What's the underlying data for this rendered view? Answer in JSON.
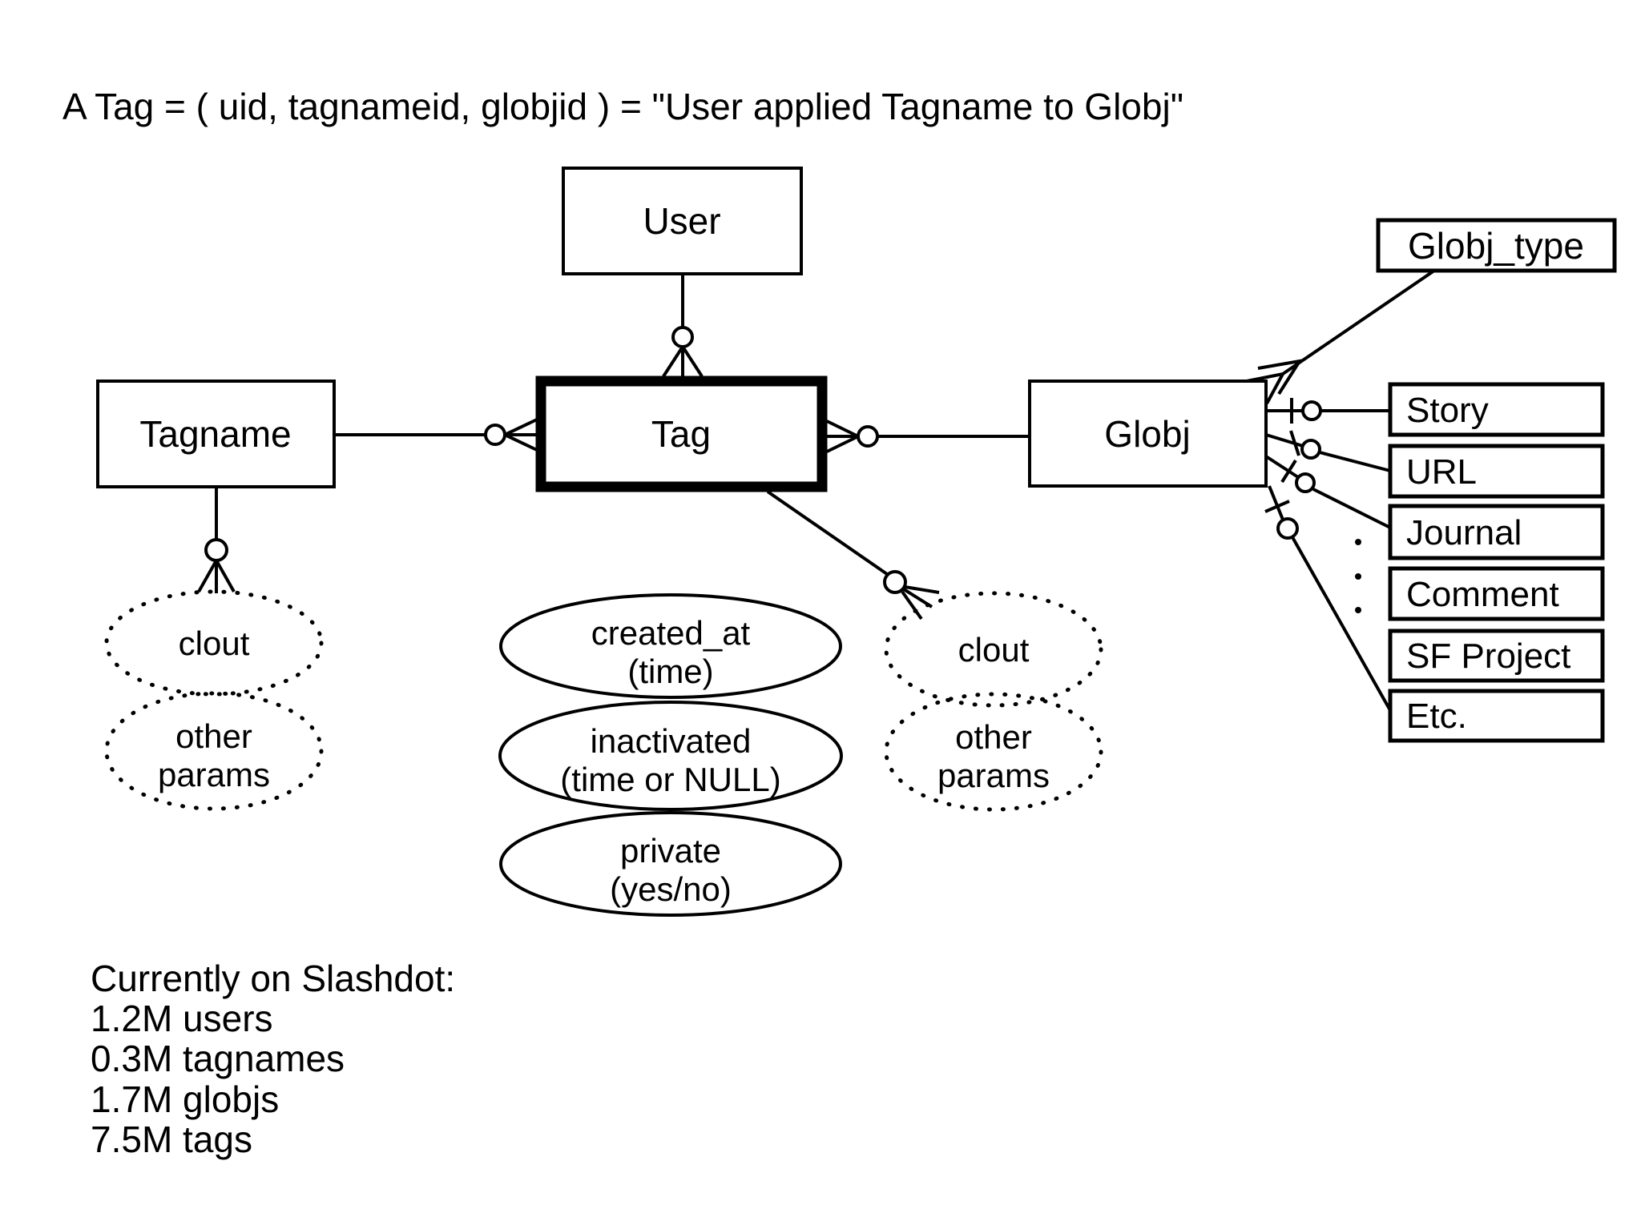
{
  "title": "A Tag = ( uid, tagnameid, globjid ) = \"User applied Tagname to Globj\"",
  "entities": {
    "user": {
      "label": "User"
    },
    "tagname": {
      "label": "Tagname"
    },
    "tag": {
      "label": "Tag"
    },
    "globj": {
      "label": "Globj"
    },
    "globj_type": {
      "label": "Globj_type"
    }
  },
  "globj_type_examples": [
    {
      "label": "Story"
    },
    {
      "label": "URL"
    },
    {
      "label": "Journal"
    },
    {
      "label": "Comment"
    },
    {
      "label": "SF Project"
    },
    {
      "label": "Etc."
    }
  ],
  "tag_attributes": [
    {
      "line1": "created_at",
      "line2": "(time)"
    },
    {
      "line1": "inactivated",
      "line2": "(time or NULL)"
    },
    {
      "line1": "private",
      "line2": "(yes/no)"
    }
  ],
  "tagname_attributes": [
    {
      "line1": "clout"
    },
    {
      "line1": "other",
      "line2": "params"
    }
  ],
  "globj_attributes": [
    {
      "line1": "clout"
    },
    {
      "line1": "other",
      "line2": "params"
    }
  ],
  "stats": {
    "heading": "Currently on Slashdot:",
    "lines": [
      "1.2M users",
      "0.3M tagnames",
      "1.7M globjs",
      "7.5M tags"
    ]
  },
  "colors": {
    "ink": "#000000",
    "background": "#ffffff"
  }
}
